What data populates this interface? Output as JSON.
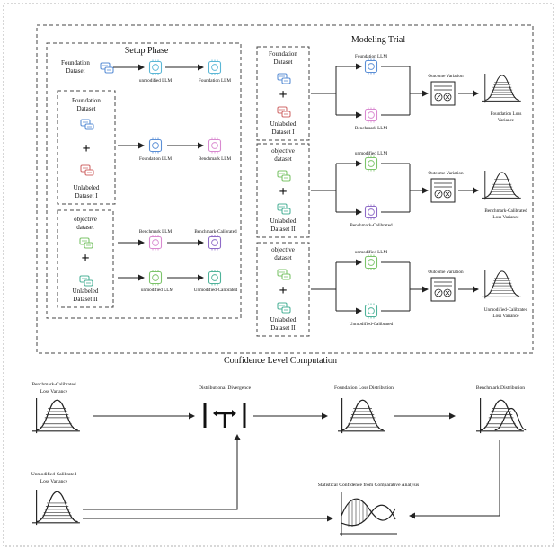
{
  "colors": {
    "blue": "#5b8fd6",
    "red": "#d06b6b",
    "green": "#7cc46a",
    "teal": "#4fb39a",
    "purple": "#8e6bc7",
    "pink": "#d98ad0",
    "cyan": "#5bb7d6"
  },
  "setup": {
    "title": "Setup Phase",
    "row1": {
      "dataset": [
        "Foundation",
        "Dataset"
      ],
      "mid": "unmodified LLM",
      "out": "Foundation LLM"
    },
    "group1": {
      "top": [
        "Foundation",
        "Dataset"
      ],
      "plus": "+",
      "bottom": [
        "Unlabeled",
        "Dataset I"
      ],
      "mid": "Foundation LLM",
      "out": "Benchmark LLM"
    },
    "group2": {
      "top": [
        "objective",
        "dataset"
      ],
      "plus": "+",
      "bottom": [
        "Unlabeled",
        "Dataset II"
      ],
      "mid_top": "Benchmark LLM",
      "out_top": "Benchmark-Calibrated",
      "mid_bottom": "unmodified LLM",
      "out_bottom": "Unmodified-Calibrated"
    }
  },
  "modeling": {
    "title": "Modeling Trial",
    "trials": [
      {
        "top": [
          "Foundation",
          "Dataset"
        ],
        "plus": "+",
        "bottom": [
          "Unlabeled",
          "Dataset I"
        ],
        "model_top": "Foundation LLM",
        "model_bottom": "Benchmark LLM",
        "variation": "Outcome Variation",
        "result": [
          "Foundation Loss",
          "Variance"
        ]
      },
      {
        "top": [
          "objective",
          "dataset"
        ],
        "plus": "+",
        "bottom": [
          "Unlabeled",
          "Dataset II"
        ],
        "model_top": "unmodified LLM",
        "model_bottom": "Benchmark-Calibrated",
        "variation": "Outcome Variation",
        "result": [
          "Benchmark-Calibrated",
          "Loss Variance"
        ]
      },
      {
        "top": [
          "objective",
          "dataset"
        ],
        "plus": "+",
        "bottom": [
          "Unlabeled",
          "Dataset II"
        ],
        "model_top": "unmodified LLM",
        "model_bottom": "Unmodified-Calibrated",
        "variation": "Outcome Variation",
        "result": [
          "Unmodified-Calibrated",
          "Loss Variance"
        ]
      }
    ]
  },
  "confidence": {
    "title": "Confidence Level Computation",
    "bench_var": [
      "Benchmark-Calibrated",
      "Loss Variance"
    ],
    "divergence": "Distributional Divergence",
    "foundation_dist": "Foundation Loss Distribution",
    "benchmark_dist": "Benchmark Distribution",
    "unmod_var": [
      "Unmodified-Calibrated",
      "Loss Variance"
    ],
    "stat_conf": "Statistical Confidence from Comparative Analysis"
  }
}
